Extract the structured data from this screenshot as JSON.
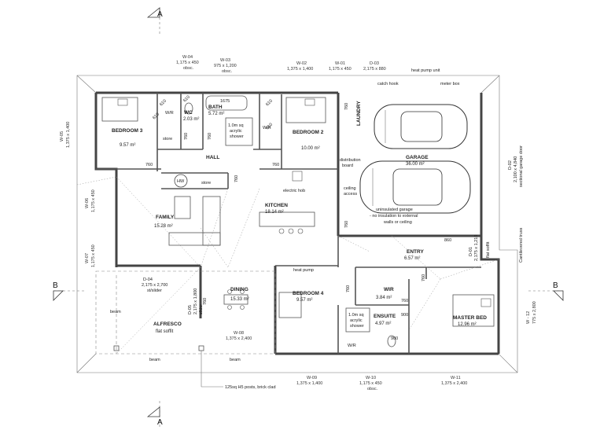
{
  "sections": {
    "top_a": "A",
    "bottom_a": "A",
    "left_b": "B",
    "right_b": "B"
  },
  "rooms": {
    "bedroom3": {
      "name": "BEDROOM 3",
      "area": "9.57 m²"
    },
    "wc": {
      "name": "WC",
      "area": "2.03 m²"
    },
    "bath": {
      "name": "BATH",
      "area": "5.72 m²"
    },
    "bedroom2": {
      "name": "BEDROOM 2",
      "area": "10.00 m²"
    },
    "laundry": {
      "name": "LAUNDRY"
    },
    "garage": {
      "name": "GARAGE",
      "area": "36.00 m²"
    },
    "hall": {
      "name": "HALL"
    },
    "family": {
      "name": "FAMILY",
      "area": "15.28 m²"
    },
    "kitchen": {
      "name": "KITCHEN",
      "area": "18.14 m²"
    },
    "entry": {
      "name": "ENTRY",
      "area": "6.57 m²"
    },
    "dining": {
      "name": "DINING",
      "area": "15.33 m²"
    },
    "bedroom4": {
      "name": "BEDROOM 4",
      "area": "9.57 m²"
    },
    "wir": {
      "name": "WIR",
      "area": "3.84 m²"
    },
    "ensuite": {
      "name": "ENSUITE",
      "area": "4.97 m²"
    },
    "master": {
      "name": "MASTER BED",
      "area": "12.96 m²"
    },
    "alfresco": {
      "name": "ALFRESCO",
      "sub": "flat soffit"
    }
  },
  "small_labels": {
    "wr1": "W/R",
    "wr2": "W/R",
    "wr3": "W/R",
    "store1": "store",
    "store2": "store",
    "hw": "HW",
    "bath_1675": "1675",
    "shower_bath": [
      "1.0m sq",
      "acrylic",
      "shower"
    ],
    "shower_ens": [
      "1.0m sq",
      "acrylic",
      "shower"
    ],
    "catch_hook": "catch hook",
    "meter_box": "meter box",
    "heat_pump_unit": "heat pump unit",
    "distribution": [
      "distribution",
      "board"
    ],
    "ceiling": [
      "ceiling",
      "access"
    ],
    "electric_hob": "electric hob",
    "heat_pump": "heat pump",
    "garage_note": [
      "uninsulated garage",
      "- no insulation to external",
      "walls or ceiling"
    ],
    "flat_soffit": "flat soffit",
    "cantilevered": "Cantilevered truss",
    "beam1": "beam",
    "beam2": "beam",
    "beam3": "beam",
    "posts": "125sq H5 posts, brick clad",
    "d04": [
      "D-04",
      "2,175 x 2,700",
      "st/slider"
    ],
    "d05": [
      "D-05",
      "2,175 x 1,800",
      "slider"
    ],
    "d01": [
      "D-01",
      "2,175 x 1,210"
    ],
    "d02": [
      "D-02",
      "2,100 x 4,840",
      "sectional garage door"
    ]
  },
  "dims": [
    "610",
    "610",
    "610",
    "610",
    "610",
    "760",
    "760",
    "760",
    "760",
    "760",
    "760",
    "760",
    "760",
    "760",
    "760",
    "760",
    "860",
    "900",
    "900"
  ],
  "windows": {
    "w04": [
      "W-04",
      "1,175 x 450",
      "obsc."
    ],
    "w03": [
      "W-03",
      "975 x 1,200",
      "obsc."
    ],
    "w02": [
      "W-02",
      "1,375 x 1,400"
    ],
    "w01": [
      "W-01",
      "1,175 x 450"
    ],
    "d03": [
      "D-03",
      "2,175 x 880"
    ],
    "w05": [
      "W-05",
      "1,375 x 1,400"
    ],
    "w06": [
      "W-06",
      "1,175 x 450"
    ],
    "w07": [
      "W-07",
      "1,175 x 450"
    ],
    "w08": [
      "W-08",
      "1,375 x 2,400"
    ],
    "w09": [
      "W-09",
      "1,375 x 1,400"
    ],
    "w10": [
      "W-10",
      "1,175 x 450",
      "obsc."
    ],
    "w11": [
      "W-11",
      "1,375 x 2,400"
    ],
    "w12": [
      "W - 12",
      "775 x 2,800"
    ]
  }
}
